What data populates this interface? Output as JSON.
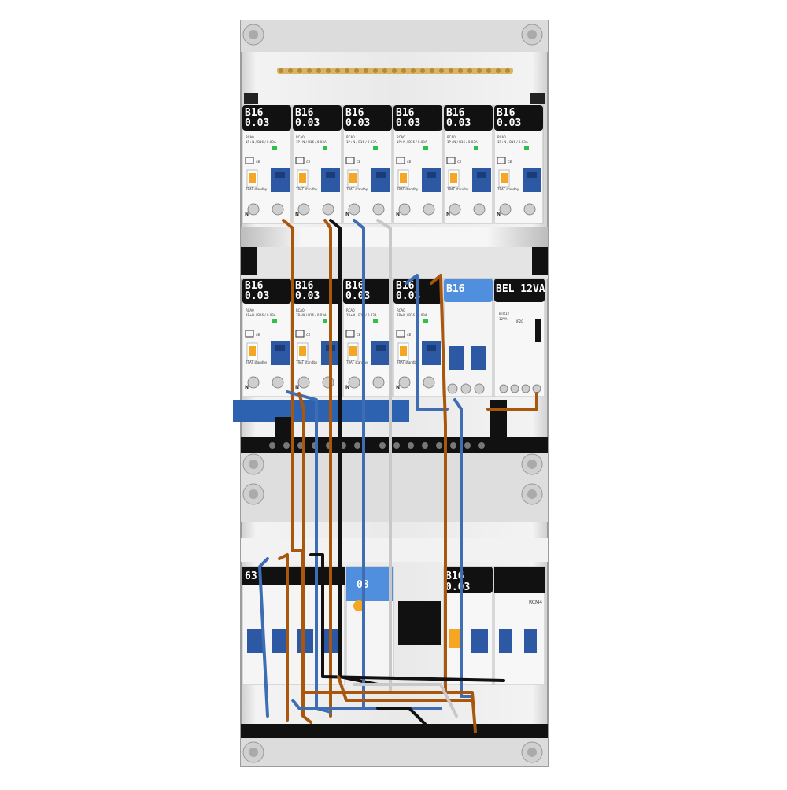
{
  "row1": [
    {
      "rating": "B16",
      "sens": "0.03"
    },
    {
      "rating": "B16",
      "sens": "0.03"
    },
    {
      "rating": "B16",
      "sens": "0.03"
    },
    {
      "rating": "B16",
      "sens": "0.03"
    },
    {
      "rating": "B16",
      "sens": "0.03"
    },
    {
      "rating": "B16",
      "sens": "0.03"
    }
  ],
  "row2": [
    {
      "rating": "B16",
      "sens": "0.03"
    },
    {
      "rating": "B16",
      "sens": "0.03"
    },
    {
      "rating": "B16",
      "sens": "0.03"
    },
    {
      "rating": "B16",
      "sens": "0.03"
    }
  ],
  "row2_extra": {
    "mcb_label": "B16",
    "bell_label": "BEL 12VA",
    "bell_model": "BTR12",
    "bell_volt": "12VA",
    "bell_ip": "IP20"
  },
  "row3": {
    "main_label": "63",
    "spd_label": "03",
    "rcbo_rating": "B16",
    "rcbo_sens": "0.03",
    "rcm_label": "RCM4"
  },
  "module_text": {
    "model": "RCA0",
    "spec": "1P+N / B16 / 0.03A",
    "brand": "TRAT standby",
    "n": "N",
    "ce": "CE"
  },
  "colors": {
    "enclosure": "#e6e6e6",
    "din_dark": "#111111",
    "handle_blue": "#2c58a4",
    "wire_brown": "#a9570d",
    "wire_blue": "#3f6db4",
    "wire_black": "#111111",
    "wire_grey": "#c8c8c8",
    "indicator_yellow": "#f5a623",
    "bar_blue": "#2d62b0"
  }
}
